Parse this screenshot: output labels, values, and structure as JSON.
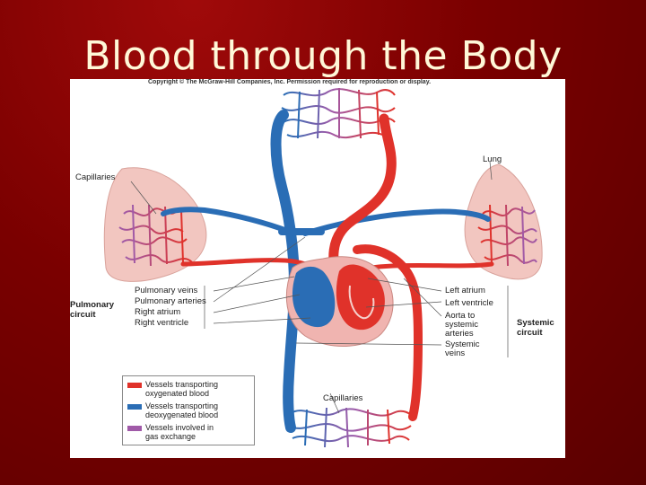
{
  "slide": {
    "title": "Blood through the Body"
  },
  "figure": {
    "copyright": "Copyright © The McGraw-Hill Companies, Inc. Permission required for reproduction or display.",
    "labels": {
      "lung": "Lung",
      "capillaries_top": "Capillaries",
      "capillaries_bottom": "Capillaries",
      "pulmonary_veins": "Pulmonary veins",
      "pulmonary_arteries": "Pulmonary arteries",
      "right_atrium": "Right atrium",
      "right_ventricle": "Right ventricle",
      "left_atrium": "Left atrium",
      "left_ventricle": "Left ventricle",
      "aorta_line1": "Aorta to",
      "aorta_line2": "systemic",
      "aorta_line3": "arteries",
      "systemic_veins_line1": "Systemic",
      "systemic_veins_line2": "veins",
      "pulmonary_circuit_line1": "Pulmonary",
      "pulmonary_circuit_line2": "circuit",
      "systemic_circuit_line1": "Systemic",
      "systemic_circuit_line2": "circuit"
    },
    "legend": [
      {
        "line1": "Vessels transporting",
        "line2": "oxygenated blood",
        "color": "#e0322a"
      },
      {
        "line1": "Vessels transporting",
        "line2": "deoxygenated blood",
        "color": "#2a6db5"
      },
      {
        "line1": "Vessels involved in",
        "line2": "gas exchange",
        "color": "#a05aa8"
      }
    ],
    "colors": {
      "oxygenated": "#e0322a",
      "deoxygenated": "#2a6db5",
      "exchange": "#a05aa8",
      "lung_tissue": "#f2c6c0",
      "heart_tissue": "#f0b4b0"
    }
  }
}
